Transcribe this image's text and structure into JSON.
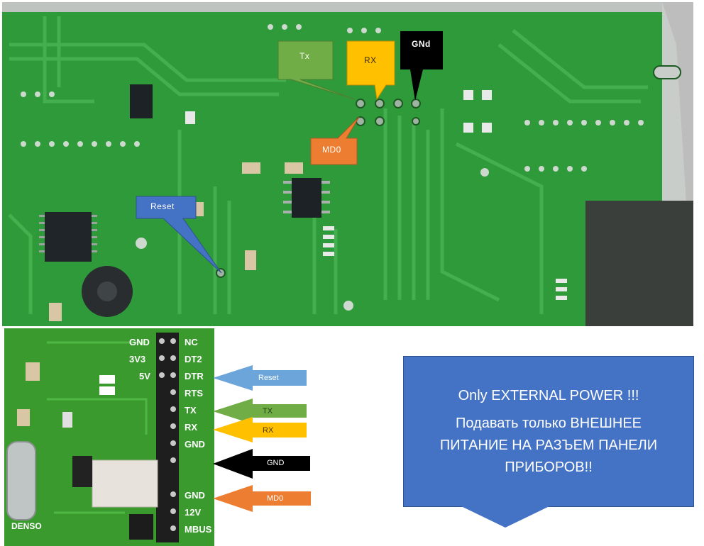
{
  "top_callouts": {
    "tx": "Tx",
    "rx": "RX",
    "gnd": "GNd",
    "md0": "MD0",
    "reset": "Reset"
  },
  "connector_pins": [
    "GND",
    "NC",
    "3V3",
    "DT2",
    "5V",
    "DTR",
    "RTS",
    "TX",
    "RX",
    "GND",
    "GND",
    "12V",
    "MBUS"
  ],
  "board_marking": "DENSO",
  "arrows": {
    "reset": "Reset",
    "tx": "TX",
    "rx": "RX",
    "gnd": "GND",
    "md0": "MD0"
  },
  "notice": {
    "english": "Only EXTERNAL POWER !!!",
    "russian": "Подавать только ВНЕШНЕЕ ПИТАНИЕ НА РАЗЪЕМ ПАНЕЛИ ПРИБОРОВ!!"
  },
  "colors": {
    "pcb_green": "#2f9a3a",
    "tx_green": "#70ad47",
    "rx_yellow": "#ffc000",
    "gnd_black": "#000000",
    "md0_orange": "#ed7d31",
    "reset_blue": "#4472c4",
    "notice_blue": "#4472c4"
  }
}
